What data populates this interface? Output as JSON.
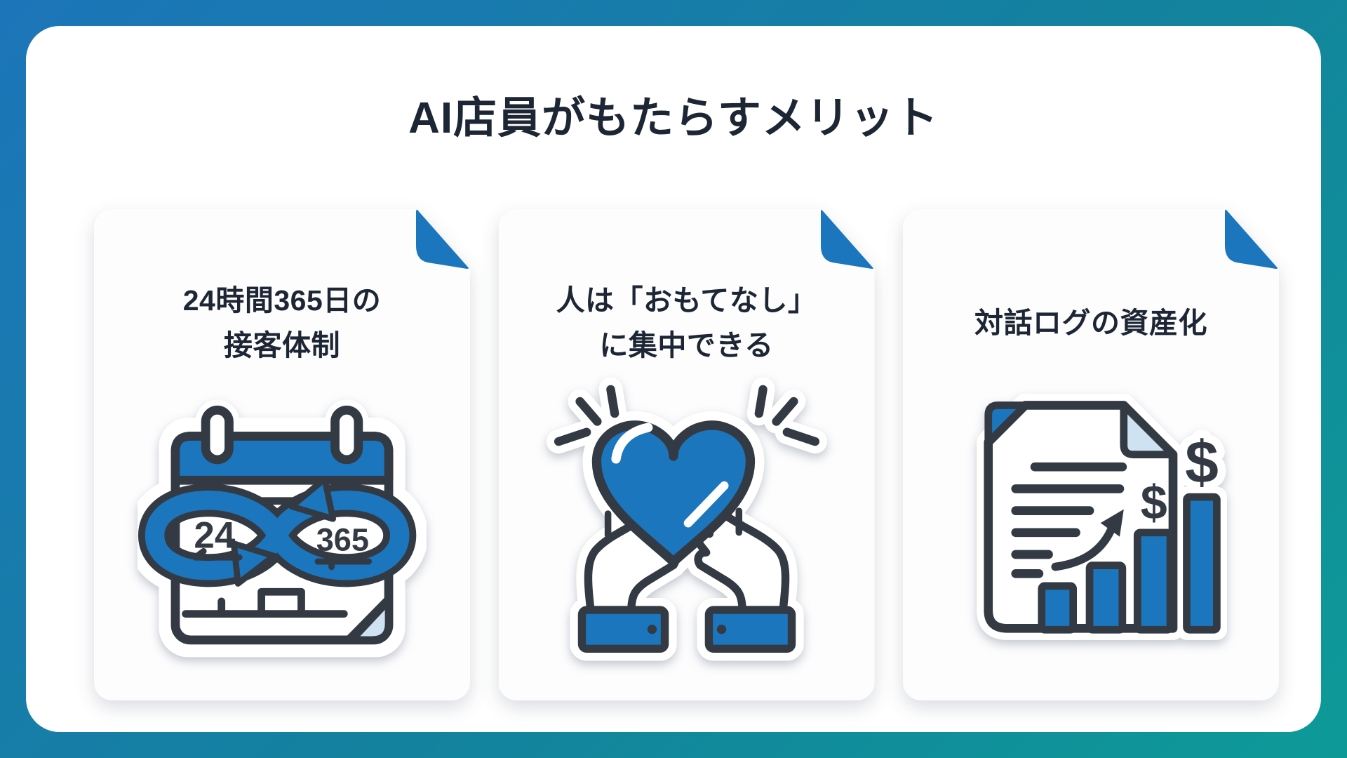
{
  "page": {
    "title": "AI店員がもたらすメリット"
  },
  "colors": {
    "background_gradient_start": "#1c75b9",
    "background_gradient_end": "#0d9a97",
    "accent_blue": "#1b76bd",
    "light_blue": "#cfe2f2",
    "outline_dark": "#333a44",
    "text_dark": "#1d2634",
    "panel_white": "#ffffff"
  },
  "cards": [
    {
      "title_line1": "24時間365日の",
      "title_line2": "接客体制",
      "icon": "calendar-24-365-icon",
      "icon_labels": {
        "hours": "24",
        "days": "365"
      }
    },
    {
      "title_line1": "人は「おもてなし」",
      "title_line2": "に集中できる",
      "icon": "hands-holding-heart-icon",
      "icon_labels": {}
    },
    {
      "title_line1": "対話ログの資産化",
      "title_line2": "",
      "icon": "document-bar-chart-icon",
      "icon_labels": {
        "dollar_small": "$",
        "dollar_large": "$"
      }
    }
  ]
}
